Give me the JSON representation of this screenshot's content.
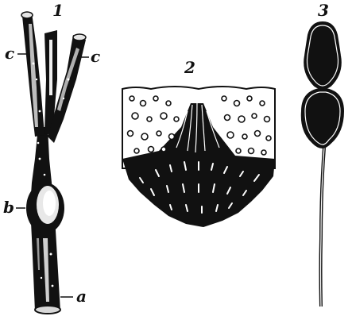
{
  "figures": [
    {
      "number": "1",
      "labels": [
        "a",
        "b",
        "c",
        "c"
      ]
    },
    {
      "number": "2"
    },
    {
      "number": "3"
    }
  ],
  "colors": {
    "ink": "#111111",
    "paper": "#ffffff"
  }
}
